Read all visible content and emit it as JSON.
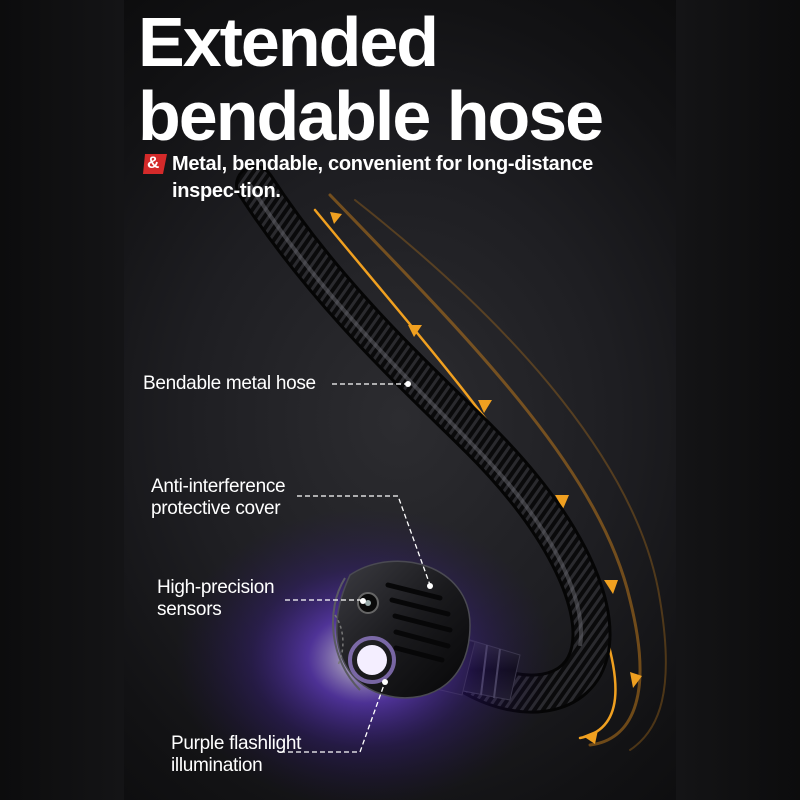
{
  "title": {
    "line1": "Extended",
    "line2": "bendable hose"
  },
  "subtitle": {
    "symbol": "&",
    "text": "Metal, bendable, convenient for long-distance inspec-tion."
  },
  "callouts": {
    "hose": "Bendable metal hose",
    "cover_line1": "Anti-interference",
    "cover_line2": "protective cover",
    "sensors_line1": "High-precision",
    "sensors_line2": "sensors",
    "flash_line1": "Purple flashlight",
    "flash_line2": "illumination"
  },
  "colors": {
    "accent_red": "#d42a2a",
    "arrow_orange": "#f0a020",
    "uv_purple": "#6a3cff",
    "text": "#ffffff"
  }
}
